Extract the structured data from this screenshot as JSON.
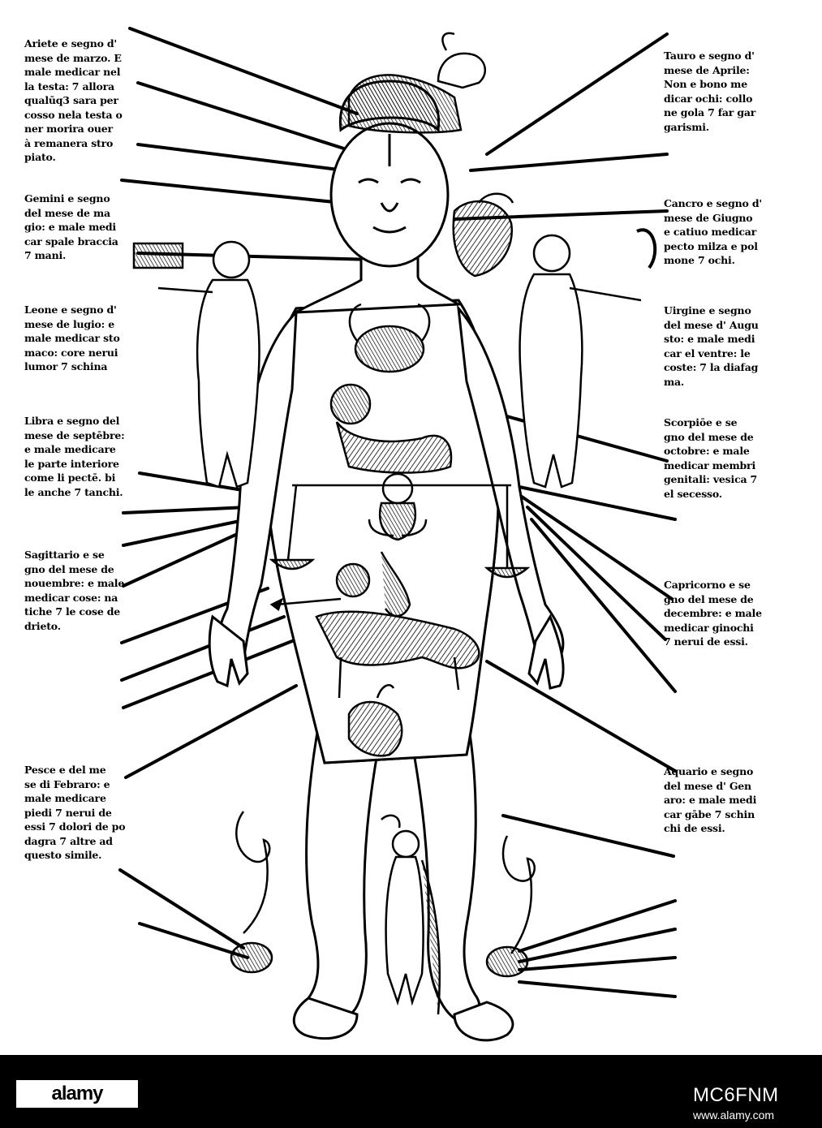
{
  "captions": {
    "aries": "Ariete e segno d'\nmese de marzo. E\nmale medicar nel\nla testa: 7 allora\nqualūq3 sara per\ncosso nela testa o\nner morira ouer\nà remanera stro\npiato.",
    "gemini": "Gemini e segno\ndel mese de ma\ngio: e male medi\ncar spale braccia\n7 mani.",
    "leo": "Leone e segno d'\nmese de lugio: e\nmale medicar sto\nmaco: core nerui\nlumor 7 schina",
    "libra": "Libra e segno del\nmese de septēbre:\ne male medicare\nle parte interiore\ncome li pectē. bi\nle anche 7 tanchi.",
    "sagittarius": "Sagittario e se\ngno del mese de\nnouembre: e male\nmedicar cose: na\ntiche 7 le cose de\ndrieto.",
    "pisces": "Pesce e del me\nse di Febraro: e\nmale medicare\npiedi 7 nerui de\nessi 7 dolori de po\ndagra 7 altre ad\nquesto simile.",
    "taurus": "Tauro e segno d'\nmese de Aprile:\nNon e bono me\ndicar ochi: collo\nne gola 7 far gar\ngarismi.",
    "cancer": "Cancro e segno d'\nmese de Giugno\ne catiuo medicar\npecto milza e pol\nmone 7 ochi.",
    "virgo": "Uirgine e segno\ndel mese d' Augu\nsto: e male medi\ncar el ventre: le\ncoste: 7 la diafag\nma.",
    "scorpio": "Scorpiōe e se\ngno del mese de\noctobre: e male\nmedicar membri\ngenitali: vesica 7\nel secesso.",
    "capricorn": "Capricorno e se\ngno del mese de\ndecembre: e male\nmedicar ginochi\n7 nerui de essi.",
    "aquarius": "Aquario e segno\ndel mese d' Gen\naro: e male medi\ncar gābe 7 schin\nchi de essi."
  },
  "stock": {
    "logo": "alamy",
    "image_id": "MC6FNM",
    "url": "www.alamy.com"
  }
}
